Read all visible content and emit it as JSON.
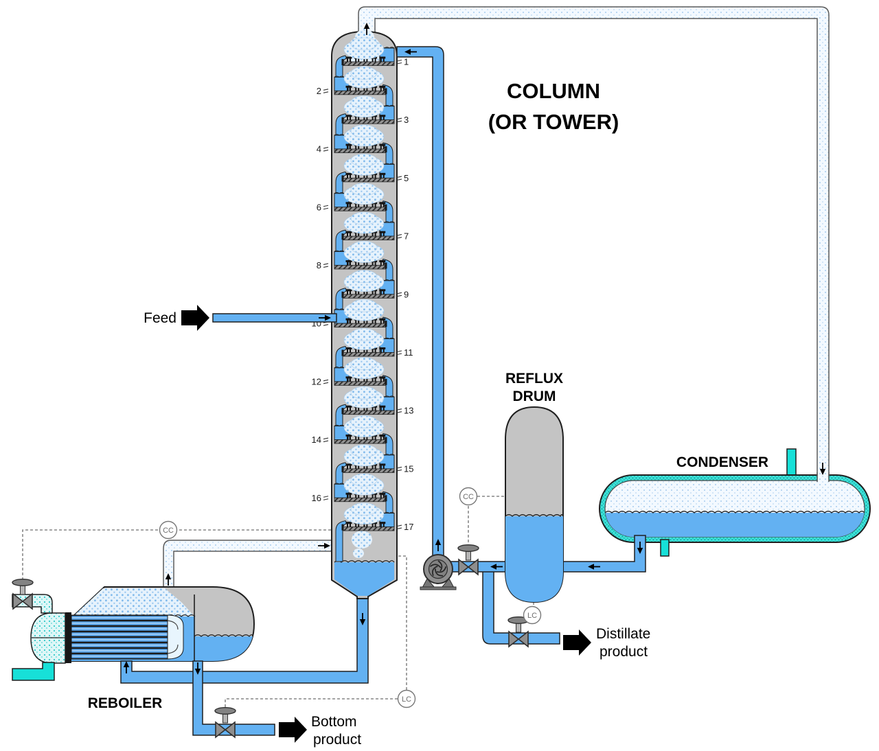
{
  "diagram_title": {
    "line1": "COLUMN",
    "line2": "(OR TOWER)"
  },
  "equipment_labels": {
    "reflux_drum_line1": "REFLUX",
    "reflux_drum_line2": "DRUM",
    "condenser": "CONDENSER",
    "reboiler": "REBOILER"
  },
  "stream_labels": {
    "feed": "Feed",
    "distillate_line1": "Distillate",
    "distillate_line2": "product",
    "bottom_line1": "Bottom",
    "bottom_line2": "product"
  },
  "controllers": [
    {
      "label": "CC"
    },
    {
      "label": "CC"
    },
    {
      "label": "LC"
    },
    {
      "label": "LC"
    }
  ],
  "column": {
    "tray_numbers": [
      1,
      2,
      3,
      4,
      5,
      6,
      7,
      8,
      9,
      10,
      11,
      12,
      13,
      14,
      15,
      16,
      17
    ]
  },
  "colors": {
    "liquid": "#63B1F2",
    "vessel_gray": "#C4C4C4",
    "coolant_solid": "#17E0D8",
    "hardware_gray": "#8E8E8E",
    "outline": "#1F1F1F"
  }
}
